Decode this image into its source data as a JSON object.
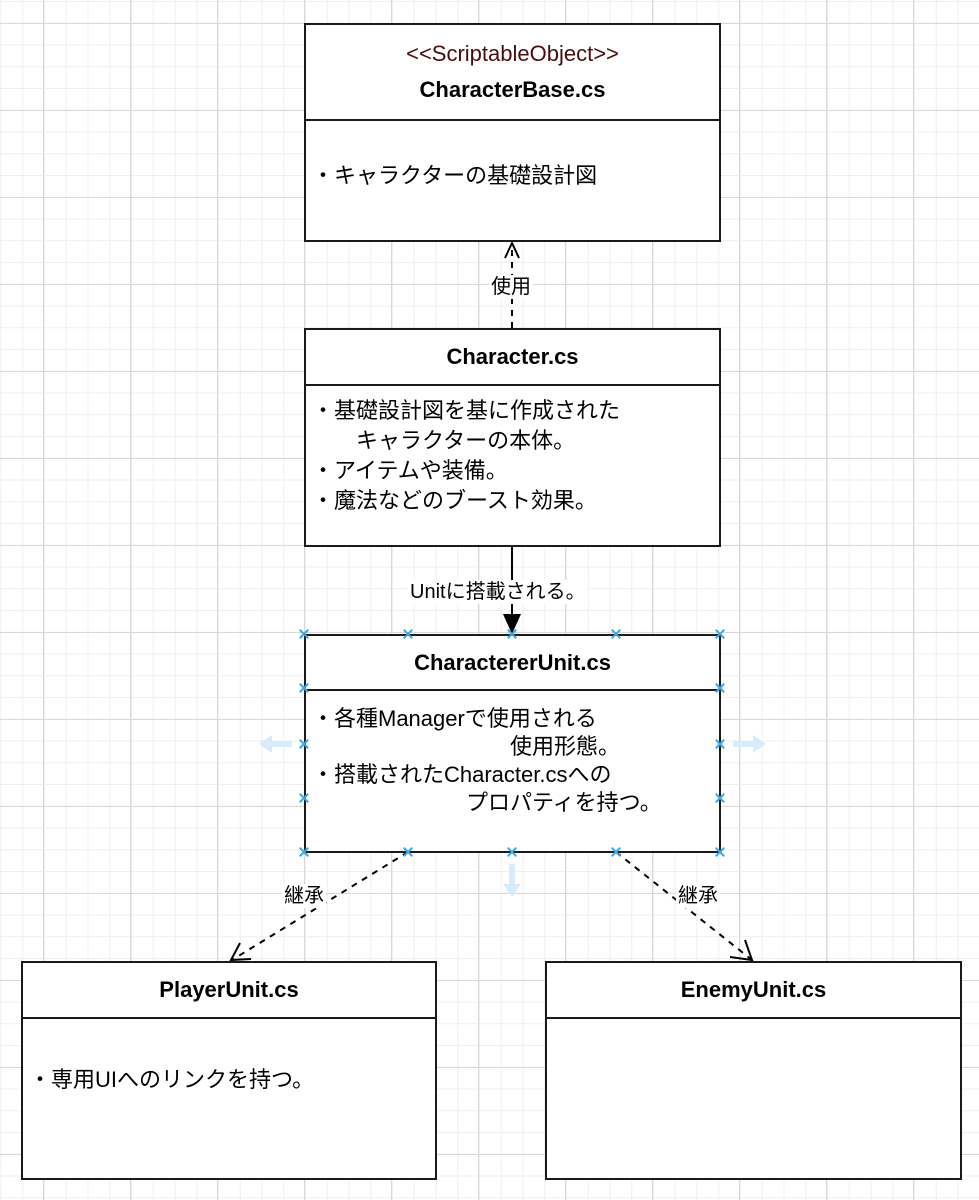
{
  "classes": {
    "character_base": {
      "stereotype": "<<ScriptableObject>>",
      "name": "CharacterBase.cs",
      "lines": [
        "・キャラクターの基礎設計図"
      ]
    },
    "character": {
      "name": "Character.cs",
      "lines": [
        "・基礎設計図を基に作成された",
        "　　キャラクターの本体。",
        "・アイテムや装備。",
        "・魔法などのブースト効果。"
      ]
    },
    "character_unit": {
      "name": "CharactererUnit.cs",
      "lines": [
        "・各種Managerで使用される",
        "　　　　　　　　　使用形態。",
        "・搭載されたCharacter.csへの",
        "　　　　　　　プロパティを持つ。"
      ]
    },
    "player_unit": {
      "name": "PlayerUnit.cs",
      "lines": [
        "・専用UIへのリンクを持つ。"
      ]
    },
    "enemy_unit": {
      "name": "EnemyUnit.cs",
      "lines": []
    }
  },
  "edges": {
    "uses": {
      "label": "使用",
      "from": "Character.cs",
      "to": "CharacterBase.cs",
      "style": "dashed-open-arrow"
    },
    "mounted": {
      "label": "Unitに搭載される。",
      "from": "Character.cs",
      "to": "CharactererUnit.cs",
      "style": "solid-filled-arrow"
    },
    "inherit_player": {
      "label": "継承",
      "from": "CharactererUnit.cs",
      "to": "PlayerUnit.cs",
      "style": "dashed-open-arrow"
    },
    "inherit_enemy": {
      "label": "継承",
      "from": "CharactererUnit.cs",
      "to": "EnemyUnit.cs",
      "style": "dashed-open-arrow"
    }
  },
  "selection": {
    "selected": "CharactererUnit.cs",
    "hint_color": "#3ca7e4"
  }
}
